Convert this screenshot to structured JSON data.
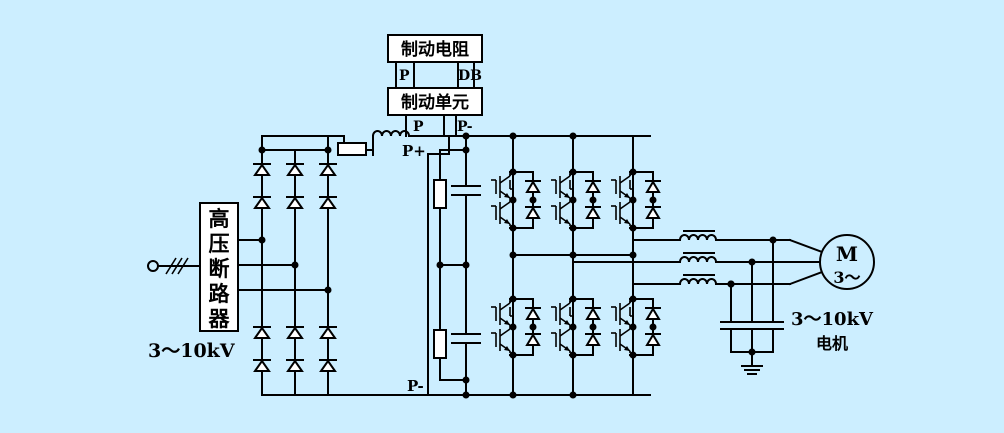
{
  "labels": {
    "brake_resistor": "制动电阻",
    "brake_unit": "制动单元",
    "terminal_p": "P",
    "terminal_db": "DB",
    "terminal_p_unit": "P",
    "terminal_p_minus_unit": "P-",
    "p_plus": "P+",
    "p_minus": "P-",
    "breaker": [
      "高",
      "压",
      "断",
      "路",
      "器"
    ],
    "input_voltage": "3～10kV",
    "motor_symbol": "M",
    "motor_phase": "3～",
    "motor_voltage": "3～10kV",
    "motor_name": "电机"
  },
  "colors": {
    "background": "#cceeff",
    "line": "#000000",
    "box": "#ffffff"
  }
}
